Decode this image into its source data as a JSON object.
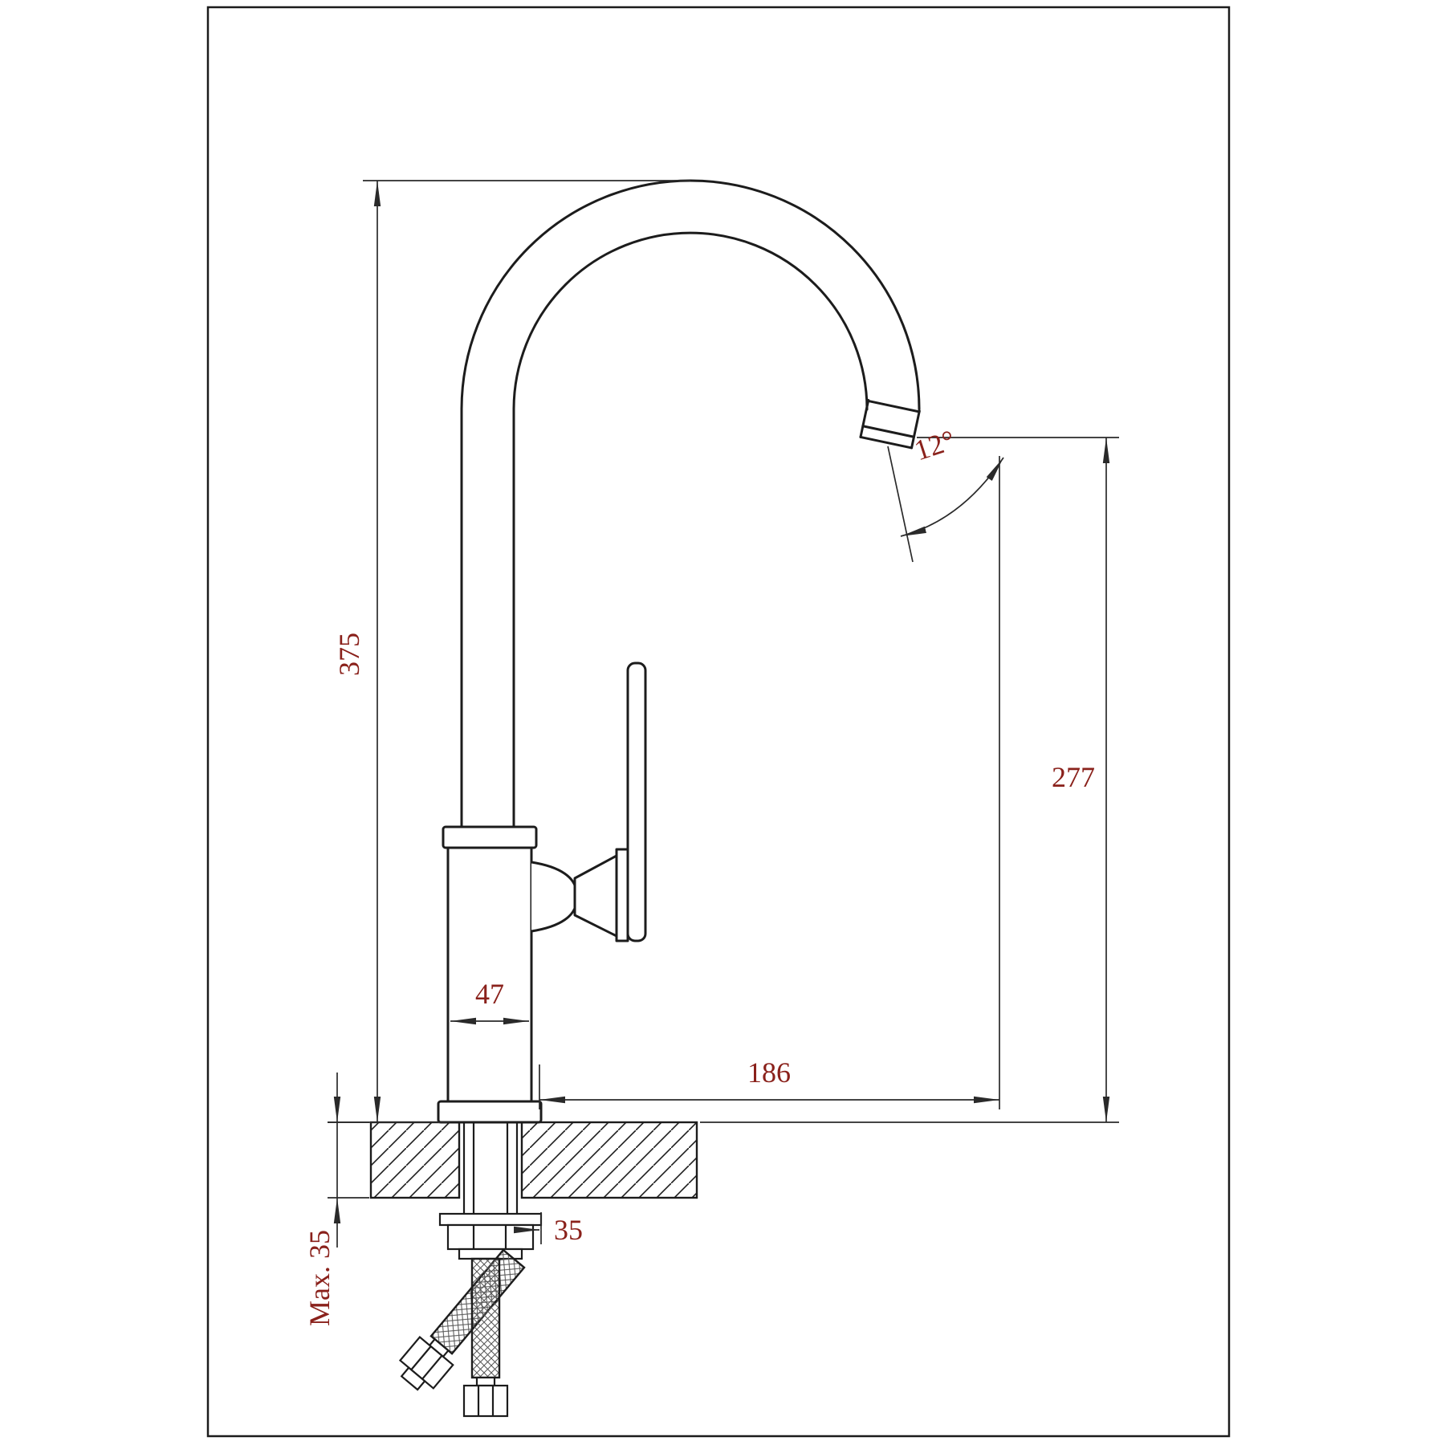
{
  "colors": {
    "page_bg": "#ffffff",
    "line": "#1c1c1c",
    "dim_line": "#2a2a2a",
    "dim_text": "#8a211b"
  },
  "drawing": {
    "dimensions": {
      "total_height": "375",
      "outlet_height": "277",
      "spout_reach": "186",
      "body_width": "47",
      "outlet_angle": "12°",
      "max_deck_thickness": "Max. 35",
      "under_deck_clearance": "35"
    }
  }
}
